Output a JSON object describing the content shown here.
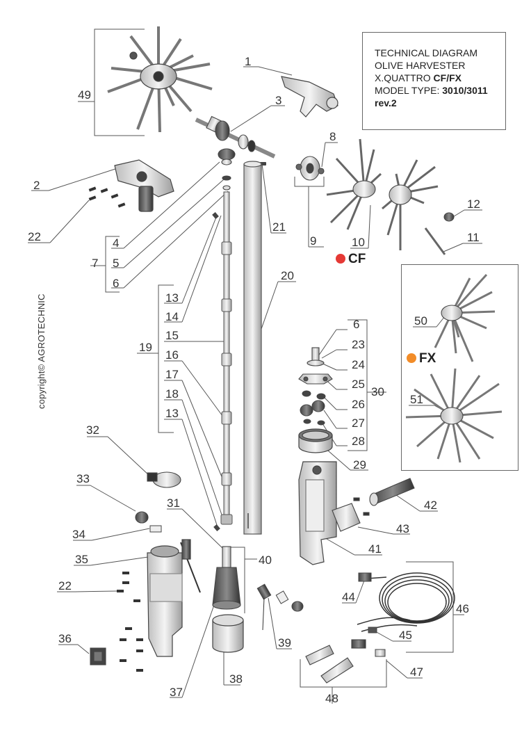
{
  "title_block": {
    "line1": "TECHNICAL DIAGRAM",
    "line2": "OLIVE HARVESTER",
    "line3_prefix": "X.QUATTRO ",
    "line3_bold": "CF/FX",
    "line4_prefix": "MODEL TYPE: ",
    "line4_bold": "3010/3011",
    "line5": "rev.2"
  },
  "copyright": "copyright© AGROTECHNIC",
  "variants": {
    "cf": {
      "label": "CF",
      "color": "#e53935"
    },
    "fx": {
      "label": "FX",
      "color": "#f28c28"
    }
  },
  "part_numbers": {
    "p49": "49",
    "p1": "1",
    "p3": "3",
    "p2": "2",
    "p22a": "22",
    "p8": "8",
    "p9": "9",
    "p10": "10",
    "p12": "12",
    "p11": "11",
    "p21": "21",
    "p4": "4",
    "p7": "7",
    "p5": "5",
    "p6a": "6",
    "p20": "20",
    "p13a": "13",
    "p14": "14",
    "p15": "15",
    "p19": "19",
    "p16": "16",
    "p17": "17",
    "p18": "18",
    "p13b": "13",
    "p50": "50",
    "p6b": "6",
    "p23": "23",
    "p24": "24",
    "p25": "25",
    "p26": "26",
    "p27": "27",
    "p28": "28",
    "p30": "30",
    "p29": "29",
    "p51": "51",
    "p32": "32",
    "p33": "33",
    "p34": "34",
    "p31": "31",
    "p35": "35",
    "p40": "40",
    "p22b": "22",
    "p36": "36",
    "p37": "37",
    "p38": "38",
    "p39": "39",
    "p42": "42",
    "p43": "43",
    "p41": "41",
    "p44": "44",
    "p46": "46",
    "p45": "45",
    "p47": "47",
    "p48": "48"
  }
}
